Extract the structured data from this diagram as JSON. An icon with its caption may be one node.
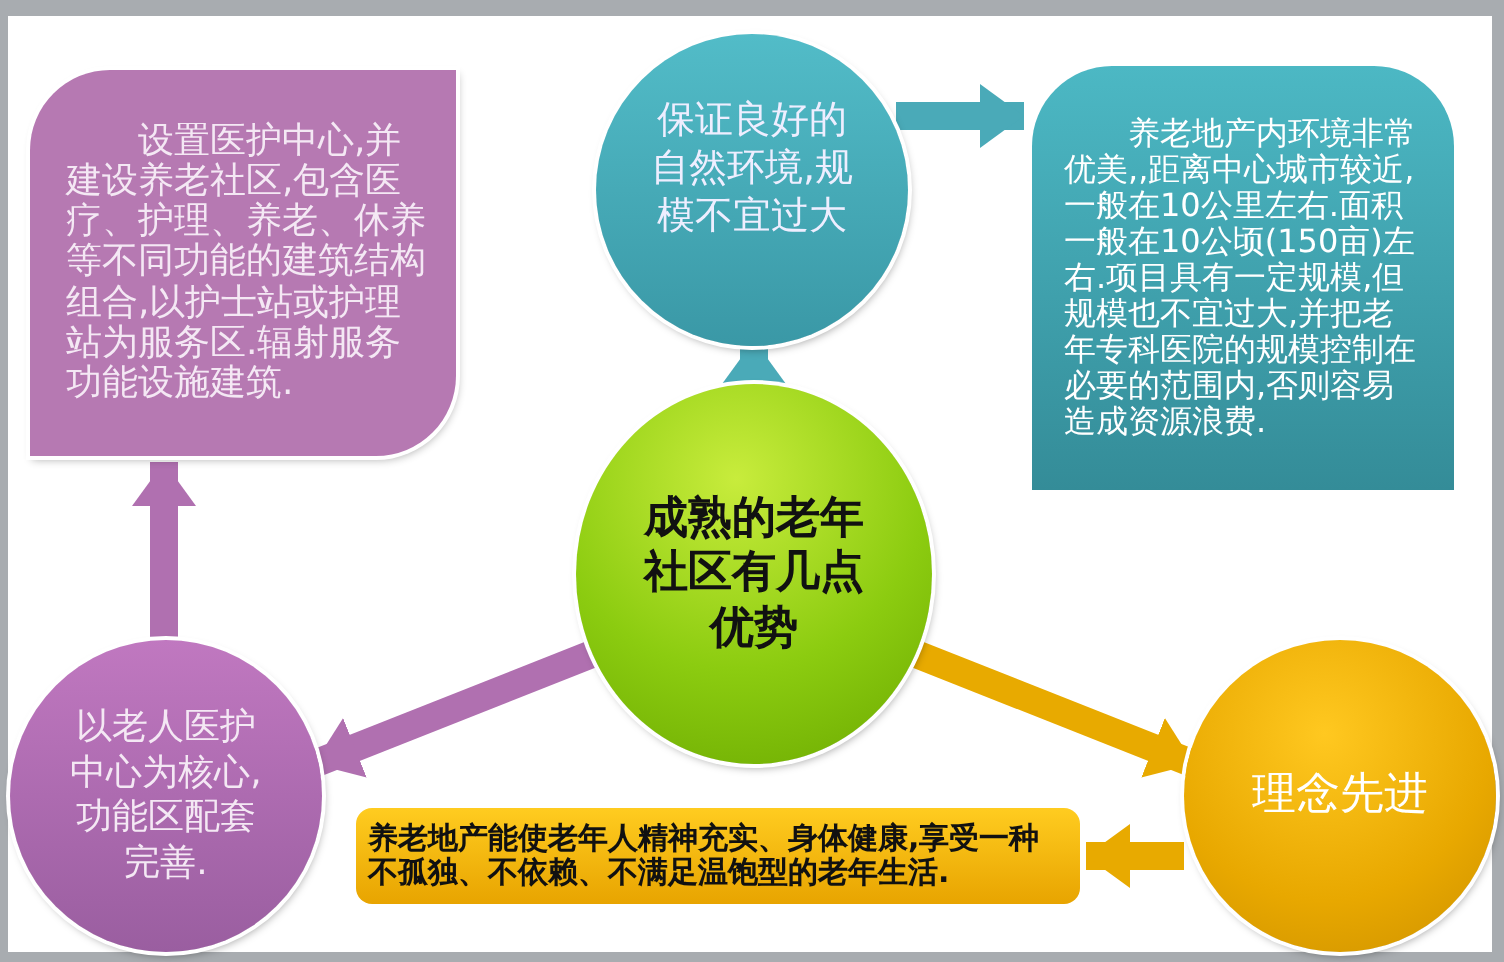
{
  "diagram": {
    "nodes": [
      {
        "text": [
          "成熟的老年社区有几点优势"
        ]
      },
      {
        "text": [
          "保证良好的自然环境,规模不宜过大"
        ]
      },
      {
        "text": [
          "养老地产内环境非常优美,,距离中心城市较近,一般在10公里左右.面积一般在10公顷(150亩)左右.项目具有一定规模,但规模也不宜过大,并把老年专科医院的规模控制在必要的范围内,否则容易造成资源浪费."
        ]
      },
      {
        "text": [
          "以老人医护中心为核心,功能区配套完善."
        ]
      },
      {
        "text": [
          "设置医护中心,并建设养老社区,包含医疗、护理、养老、休养等不同功能的建筑结构组合,以护士站或护理站为服务区.辐射服务功能设施建筑."
        ]
      },
      {
        "text": [
          "理念先进"
        ]
      },
      {
        "text": [
          "养老地产能使老年人精神充实、身体健康,享受一种不孤独、不依赖、不满足温饱型的老年生活."
        ]
      }
    ],
    "edges": [
      {
        "from": 0,
        "to": 1,
        "arrow": "to",
        "color": "#4aaab8"
      },
      {
        "from": 1,
        "to": 2,
        "arrow": "to",
        "color": "#4aaab8"
      },
      {
        "from": 0,
        "to": 3,
        "arrow": "to",
        "color": "#b070b0"
      },
      {
        "from": 3,
        "to": 4,
        "arrow": "to",
        "color": "#b070b0"
      },
      {
        "from": 0,
        "to": 5,
        "arrow": "to",
        "color": "#e8aa00"
      },
      {
        "from": 5,
        "to": 6,
        "arrow": "to",
        "color": "#e8aa00"
      }
    ]
  }
}
